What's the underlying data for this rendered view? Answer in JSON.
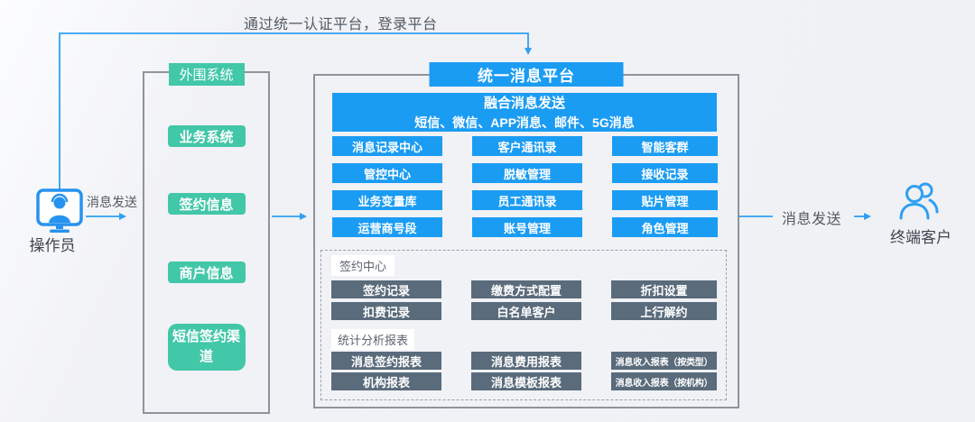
{
  "colors": {
    "blue": "#1b9cf3",
    "teal": "#42c7a8",
    "slate": "#5a6b7b",
    "arrow_blue": "#2f9ff2",
    "border_gray": "#8e949c",
    "text_gray": "#4b505a"
  },
  "top_flow": {
    "label": "通过统一认证平台，登录平台"
  },
  "operator": {
    "label": "操作员",
    "send_label": "消息发送",
    "icon": "operator-monitor-icon"
  },
  "peripheral": {
    "title": "外围系统",
    "items": [
      "业务系统",
      "签约信息",
      "商户信息",
      "短信签约渠道"
    ]
  },
  "platform": {
    "title": "统一消息平台",
    "banner": {
      "line1": "融合消息发送",
      "line2": "短信、微信、APP消息、邮件、5G消息"
    },
    "modules": [
      [
        "消息记录中心",
        "客户通讯录",
        "智能客群"
      ],
      [
        "管控中心",
        "脱敏管理",
        "接收记录"
      ],
      [
        "业务变量库",
        "员工通讯录",
        "贴片管理"
      ],
      [
        "运营商号段",
        "账号管理",
        "角色管理"
      ]
    ],
    "sign_center": {
      "title": "签约中心",
      "items": [
        [
          "签约记录",
          "缴费方式配置",
          "折扣设置"
        ],
        [
          "扣费记录",
          "白名单客户",
          "上行解约"
        ]
      ]
    },
    "reports": {
      "title": "统计分析报表",
      "items": [
        [
          "消息签约报表",
          "消息费用报表",
          "消息收入报表（按类型）"
        ],
        [
          "机构报表",
          "消息模板报表",
          "消息收入报表（按机构）"
        ]
      ]
    }
  },
  "client": {
    "label": "终端客户",
    "send_label": "消息发送",
    "icon": "end-users-icon"
  }
}
